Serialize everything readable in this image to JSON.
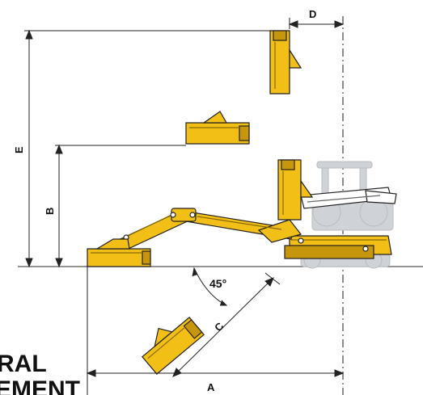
{
  "dimensions": {
    "a": "A",
    "b": "B",
    "c": "C",
    "d": "D",
    "e": "E"
  },
  "angle_label": "45°",
  "corner_text": {
    "line1": "RAL",
    "line2": "EMENT"
  },
  "colors": {
    "machine_yellow": "#f2bf17",
    "machine_shadow": "#c8960b",
    "tractor_gray": "#cfd2d6",
    "line": "#333333"
  }
}
